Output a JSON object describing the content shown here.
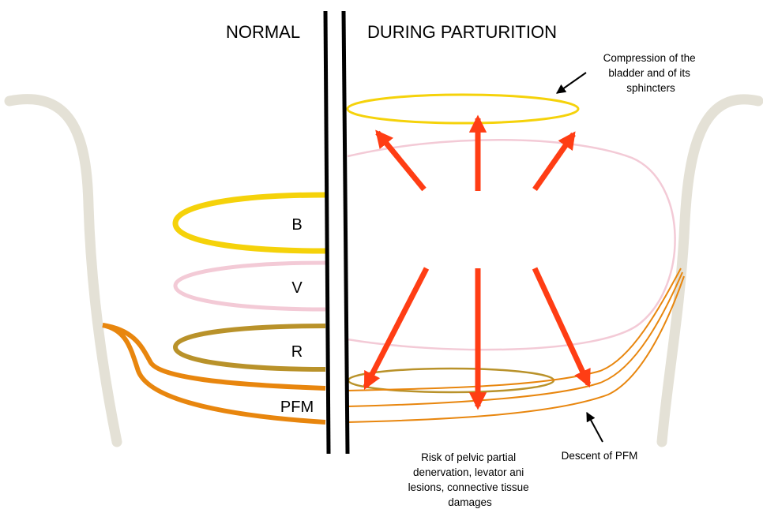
{
  "headings": {
    "left": "NORMAL",
    "right": "DURING PARTURITION"
  },
  "organs": {
    "bladder": "B",
    "vagina": "V",
    "rectum": "R",
    "pelvic_floor": "PFM"
  },
  "annotations": {
    "compression": [
      "Compression of the",
      "bladder and of its",
      "sphincters"
    ],
    "descent": "Descent of PFM",
    "risk": [
      "Risk of pelvic partial",
      "denervation, levator ani",
      "lesions, connective tissue",
      "damages"
    ]
  },
  "colors": {
    "pelvis": "#e4e1d6",
    "bladder": "#f5d20a",
    "vagina": "#f3cad6",
    "rectum": "#b9922a",
    "pfm": "#e8860e",
    "arrows": "#ff3d14",
    "divider": "#000000"
  }
}
